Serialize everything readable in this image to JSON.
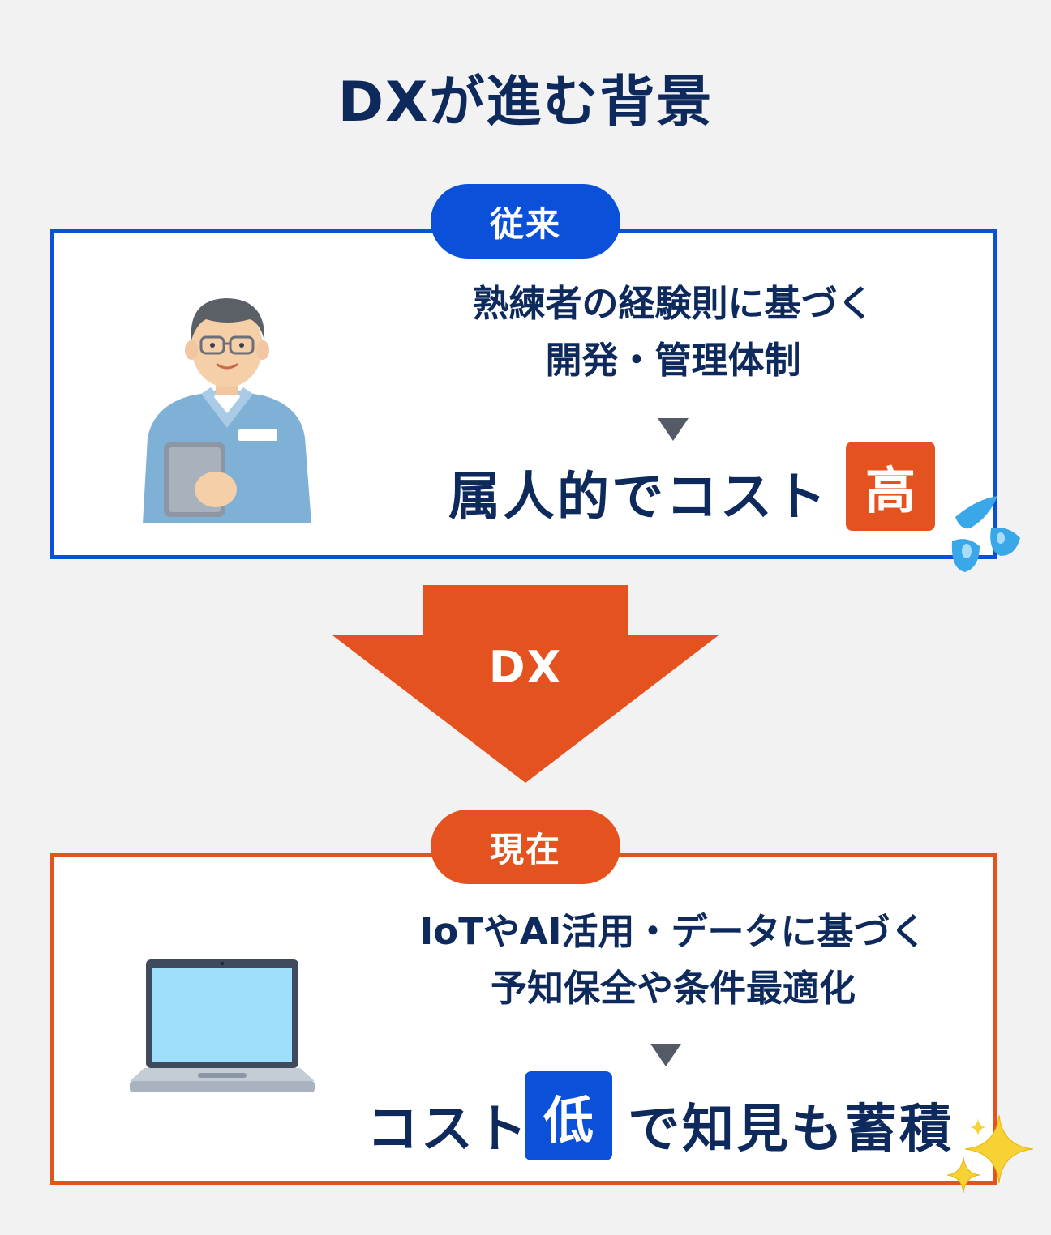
{
  "title": "DXが進む背景",
  "before": {
    "label": "従来",
    "desc_line1": "熟練者の経験則に基づく",
    "desc_line2": "開発・管理体制",
    "result_text": "属人的でコスト",
    "badge": "高"
  },
  "arrow": {
    "label": "DX"
  },
  "after": {
    "label": "現在",
    "desc_line1": "IoTやAI活用・データに基づく",
    "desc_line2": "予知保全や条件最適化",
    "result_prefix": "コスト",
    "badge": "低",
    "result_suffix": "で知見も蓄積"
  },
  "colors": {
    "blue": "#0a50d8",
    "orange": "#e4521f",
    "navy": "#0e2a5c",
    "background": "#f2f2f2"
  },
  "icons": [
    "worker-illustration",
    "sweat-drops-icon",
    "laptop-illustration",
    "sparkle-icon"
  ]
}
